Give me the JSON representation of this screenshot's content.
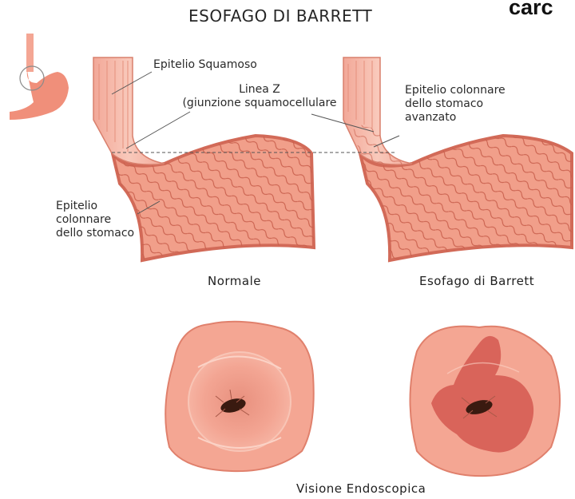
{
  "title": "ESOFAGO DI BARRETT",
  "corner_text": "carc",
  "labels": {
    "squamous": "Epitelio Squamoso",
    "z_line_1": "Linea Z",
    "z_line_2": "(giunzione squamocellulare",
    "columnar_1": "Epitelio",
    "columnar_2": "colonnare",
    "columnar_3": "dello stomaco",
    "advanced_1": "Epitelio colonnare",
    "advanced_2": "dello stomaco",
    "advanced_3": "avanzato"
  },
  "captions": {
    "normal": "Normale",
    "barrett": "Esofago di Barrett",
    "endoscopic": "Visione Endoscopica"
  },
  "colors": {
    "tissue": "#f0a08a",
    "tissue_dark": "#d9705e",
    "esophagus": "#f7b9a8",
    "barrett_patch": "#d9645a",
    "lumen": "#3a1a10"
  }
}
